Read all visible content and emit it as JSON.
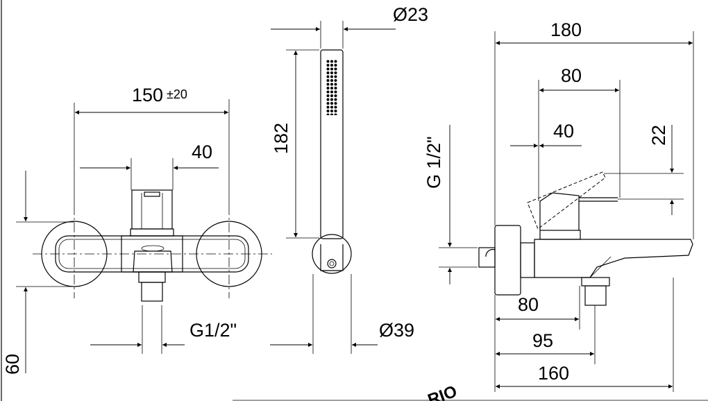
{
  "dimensions": {
    "front_width": "150",
    "front_tolerance": "±20",
    "front_handle_width": "40",
    "front_inlet": "G1/2\"",
    "front_height": "60",
    "shower_diameter_top": "Ø23",
    "shower_length": "182",
    "shower_holder_diameter": "Ø39",
    "side_total_depth": "180",
    "side_handle_depth": "80",
    "side_lever_offset": "40",
    "side_lever_height": "22",
    "side_inlet": "G 1/2\"",
    "side_body_80": "80",
    "side_body_95": "95",
    "side_body_160": "160"
  },
  "title_fragment": "RIO"
}
